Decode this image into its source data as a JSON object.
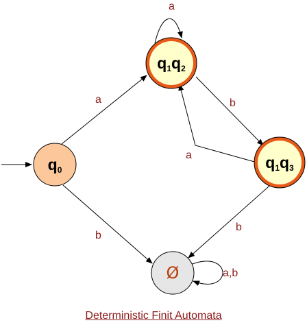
{
  "caption": "Deterministic Finit Automata",
  "states": {
    "q0": {
      "base": "q",
      "sub1": "0"
    },
    "q1q2": {
      "base1": "q",
      "sub1": "1",
      "base2": "q",
      "sub2": "2"
    },
    "q1q3": {
      "base1": "q",
      "sub1": "1",
      "base2": "q",
      "sub2": "3"
    },
    "empty": {
      "symbol": "Ø"
    }
  },
  "edges": {
    "q1q2_self": "a",
    "q0_to_q1q2": "a",
    "q1q2_to_q1q3": "b",
    "q1q3_to_q1q2": "a",
    "q1q3_to_empty": "b",
    "q0_to_empty": "b",
    "empty_self": "a,b"
  },
  "colors": {
    "start_state_fill": "#fcc89b",
    "accept_state_fill": "#ffffcc",
    "accept_state_ring": "#e85a1a",
    "empty_state_fill": "#e6e6e6",
    "label_color": "#8b1a1a"
  }
}
